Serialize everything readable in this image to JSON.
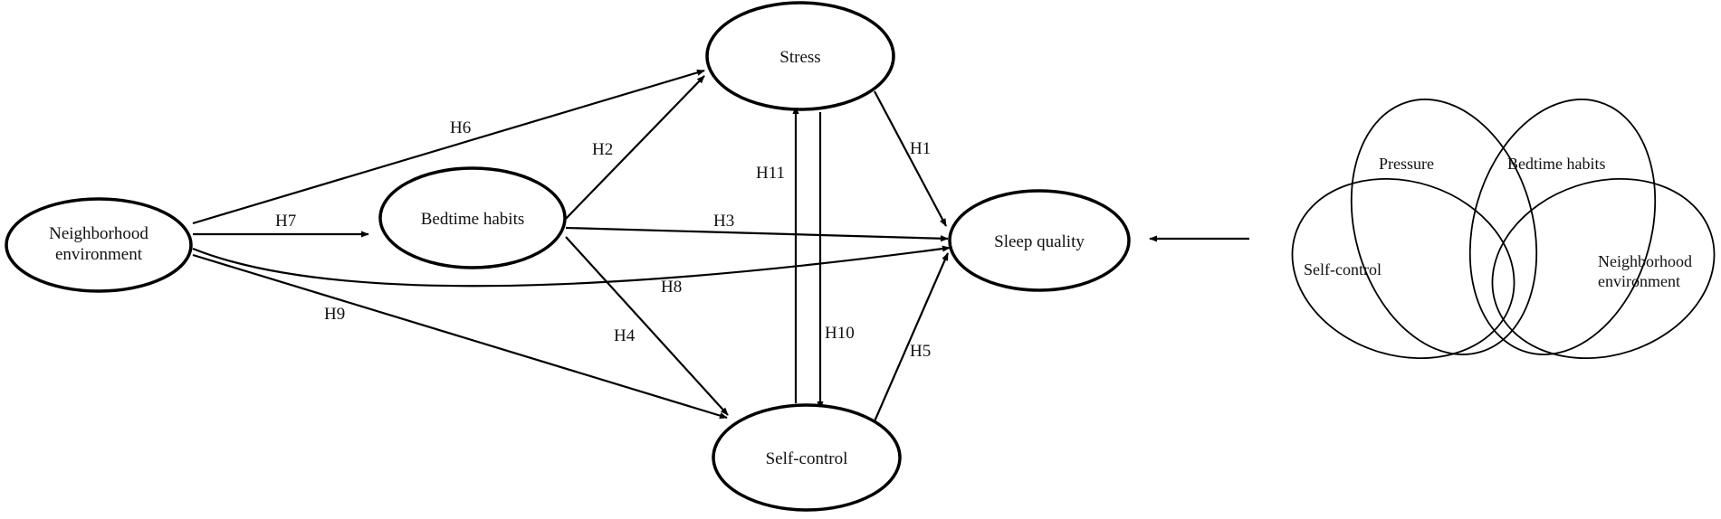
{
  "nodes": {
    "neighborhood": {
      "line1": "Neighborhood",
      "line2": "environment"
    },
    "bedtime": {
      "label": "Bedtime habits"
    },
    "stress": {
      "label": "Stress"
    },
    "selfcontrol": {
      "label": "Self-control"
    },
    "sleep": {
      "label": "Sleep quality"
    }
  },
  "hypotheses": {
    "h1": "H1",
    "h2": "H2",
    "h3": "H3",
    "h4": "H4",
    "h5": "H5",
    "h6": "H6",
    "h7": "H7",
    "h8": "H8",
    "h9": "H9",
    "h10": "H10",
    "h11": "H11"
  },
  "venn": {
    "pressure": "Pressure",
    "bedtime": "Bedtime habits",
    "selfcontrol": "Self-control",
    "neighborhood_line1": "Neighborhood",
    "neighborhood_line2": "environment"
  },
  "colors": {
    "stroke": "#000000",
    "background": "#ffffff",
    "text": "#111111"
  }
}
